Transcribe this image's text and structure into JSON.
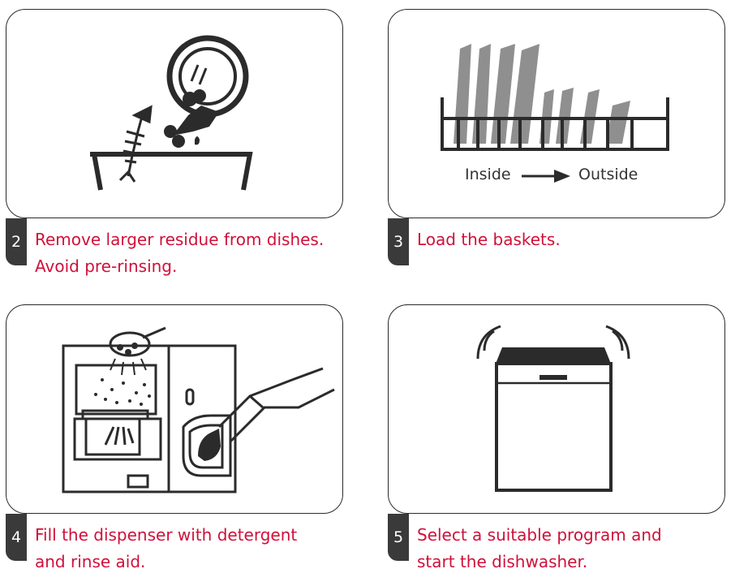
{
  "steps": [
    {
      "number": "2",
      "line1": "Remove larger residue from dishes.",
      "line2": "Avoid pre-rinsing.",
      "illustration": "scrape-dish-icon"
    },
    {
      "number": "3",
      "line1": "Load the baskets.",
      "line2": "",
      "illustration": "dish-rack-icon",
      "rack_labels": {
        "from": "Inside",
        "to": "Outside"
      }
    },
    {
      "number": "4",
      "line1": "Fill the dispenser with detergent",
      "line2": "and rinse aid.",
      "illustration": "detergent-dispenser-icon"
    },
    {
      "number": "5",
      "line1": "Select a suitable program and",
      "line2": "start the dishwasher.",
      "illustration": "dishwasher-icon"
    }
  ],
  "colors": {
    "caption": "#d0103a",
    "tab": "#3a3a3a",
    "outline": "#2b2b2b"
  }
}
